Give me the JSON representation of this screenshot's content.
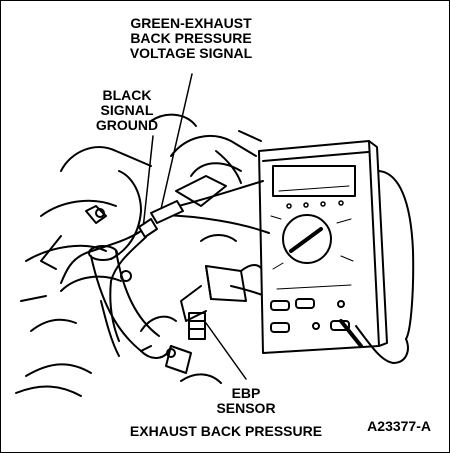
{
  "labels": {
    "green_signal": [
      "GREEN-EXHAUST",
      "BACK PRESSURE",
      "VOLTAGE SIGNAL"
    ],
    "black_ground": [
      "BLACK",
      "SIGNAL",
      "GROUND"
    ],
    "ebp_sensor": [
      "EBP",
      "SENSOR"
    ],
    "caption": "EXHAUST BACK PRESSURE",
    "figure_id": "A23377-A"
  },
  "meter": {
    "display": "",
    "panel_text": "",
    "dial_text": ""
  },
  "colors": {
    "ink": "#000000",
    "paper": "#ffffff"
  }
}
